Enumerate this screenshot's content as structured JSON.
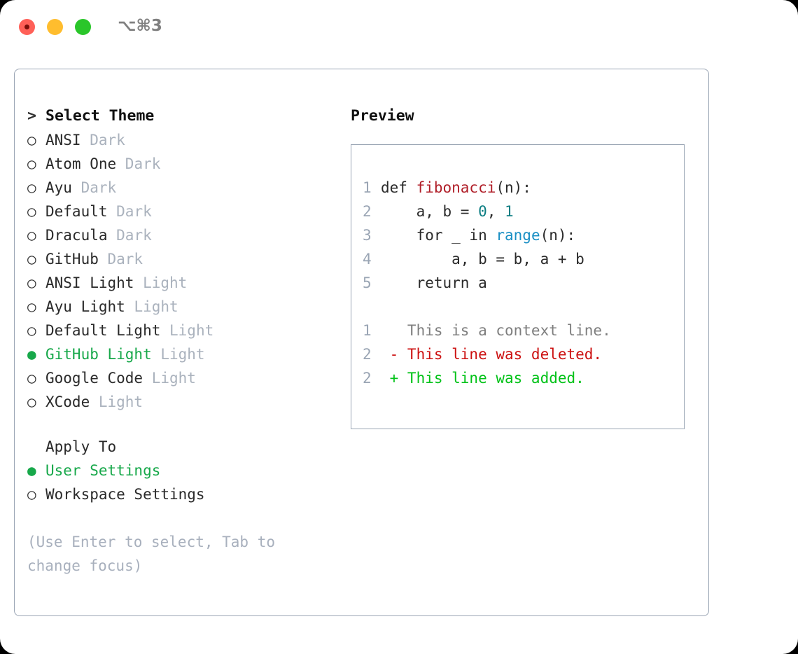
{
  "window": {
    "shortcut": "⌥⌘3",
    "traffic_lights": [
      {
        "name": "close-button",
        "color": "#ff6058"
      },
      {
        "name": "minimize-button",
        "color": "#ffbd2e"
      },
      {
        "name": "maximize-button",
        "color": "#2ac62a"
      }
    ]
  },
  "colors": {
    "panel_border": "#9aa5b4",
    "selected_green": "#17a84a",
    "muted_gray": "#aab2bd",
    "hint_gray": "#a8b0bd",
    "diff_add": "#00c217",
    "diff_del": "#cc1111",
    "code_fn": "#b01e28",
    "code_num": "#0b7d82",
    "code_builtin": "#1a8fc4"
  },
  "theme_list": {
    "header_marker": ">",
    "header": "Select Theme",
    "marker_unselected": "○",
    "marker_selected": "●",
    "items": [
      {
        "name": "ANSI",
        "variant": "Dark",
        "selected": false
      },
      {
        "name": "Atom One",
        "variant": "Dark",
        "selected": false
      },
      {
        "name": "Ayu",
        "variant": "Dark",
        "selected": false
      },
      {
        "name": "Default",
        "variant": "Dark",
        "selected": false
      },
      {
        "name": "Dracula",
        "variant": "Dark",
        "selected": false
      },
      {
        "name": "GitHub",
        "variant": "Dark",
        "selected": false
      },
      {
        "name": "ANSI Light",
        "variant": "Light",
        "selected": false
      },
      {
        "name": "Ayu Light",
        "variant": "Light",
        "selected": false
      },
      {
        "name": "Default Light",
        "variant": "Light",
        "selected": false
      },
      {
        "name": "GitHub Light",
        "variant": "Light",
        "selected": true
      },
      {
        "name": "Google Code",
        "variant": "Light",
        "selected": false
      },
      {
        "name": "XCode",
        "variant": "Light",
        "selected": false
      }
    ]
  },
  "apply_to": {
    "label": "Apply To",
    "items": [
      {
        "name": "User Settings",
        "selected": true
      },
      {
        "name": "Workspace Settings",
        "selected": false
      }
    ]
  },
  "hint": "(Use Enter to select, Tab to change focus)",
  "preview": {
    "title": "Preview",
    "code_lines": [
      {
        "num": "1",
        "tokens": [
          {
            "t": "def ",
            "c": "plain"
          },
          {
            "t": "fibonacci",
            "c": "fn"
          },
          {
            "t": "(n):",
            "c": "plain"
          }
        ]
      },
      {
        "num": "2",
        "tokens": [
          {
            "t": "    a, b = ",
            "c": "plain"
          },
          {
            "t": "0",
            "c": "num"
          },
          {
            "t": ", ",
            "c": "plain"
          },
          {
            "t": "1",
            "c": "num"
          }
        ]
      },
      {
        "num": "3",
        "tokens": [
          {
            "t": "    for _ in ",
            "c": "plain"
          },
          {
            "t": "range",
            "c": "builtin"
          },
          {
            "t": "(n):",
            "c": "plain"
          }
        ]
      },
      {
        "num": "4",
        "tokens": [
          {
            "t": "        a, b = b, a + b",
            "c": "plain"
          }
        ]
      },
      {
        "num": "5",
        "tokens": [
          {
            "t": "    return a",
            "c": "plain"
          }
        ]
      }
    ],
    "diff_lines": [
      {
        "num": "1",
        "sign": " ",
        "text": " This is a context line.",
        "kind": "ctx"
      },
      {
        "num": "2",
        "sign": "-",
        "text": " This line was deleted.",
        "kind": "del"
      },
      {
        "num": "2",
        "sign": "+",
        "text": " This line was added.",
        "kind": "add"
      }
    ]
  }
}
